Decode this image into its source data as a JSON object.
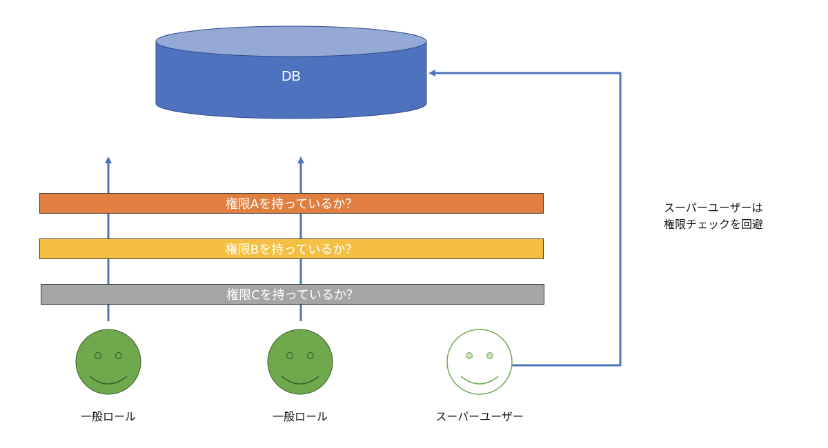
{
  "database": {
    "label": "DB"
  },
  "checks": [
    {
      "label": "権限Aを持っているか？",
      "color": "#E07F3F"
    },
    {
      "label": "権限Bを持っているか？",
      "color": "#F4C043"
    },
    {
      "label": "権限Cを持っているか？",
      "color": "#A5A5A5"
    }
  ],
  "actors": [
    {
      "label": "一般ロール",
      "style": "filled"
    },
    {
      "label": "一般ロール",
      "style": "filled"
    },
    {
      "label": "スーパーユーザー",
      "style": "outline"
    }
  ],
  "note": {
    "line1": "スーパーユーザーは",
    "line2": "権限チェックを回避"
  },
  "colors": {
    "db_body": "#4E72BE",
    "db_top": "#95A9D6",
    "arrow": "#4E72BE",
    "face_fill": "#6FA84D",
    "face_outline": "#6FA84D"
  }
}
